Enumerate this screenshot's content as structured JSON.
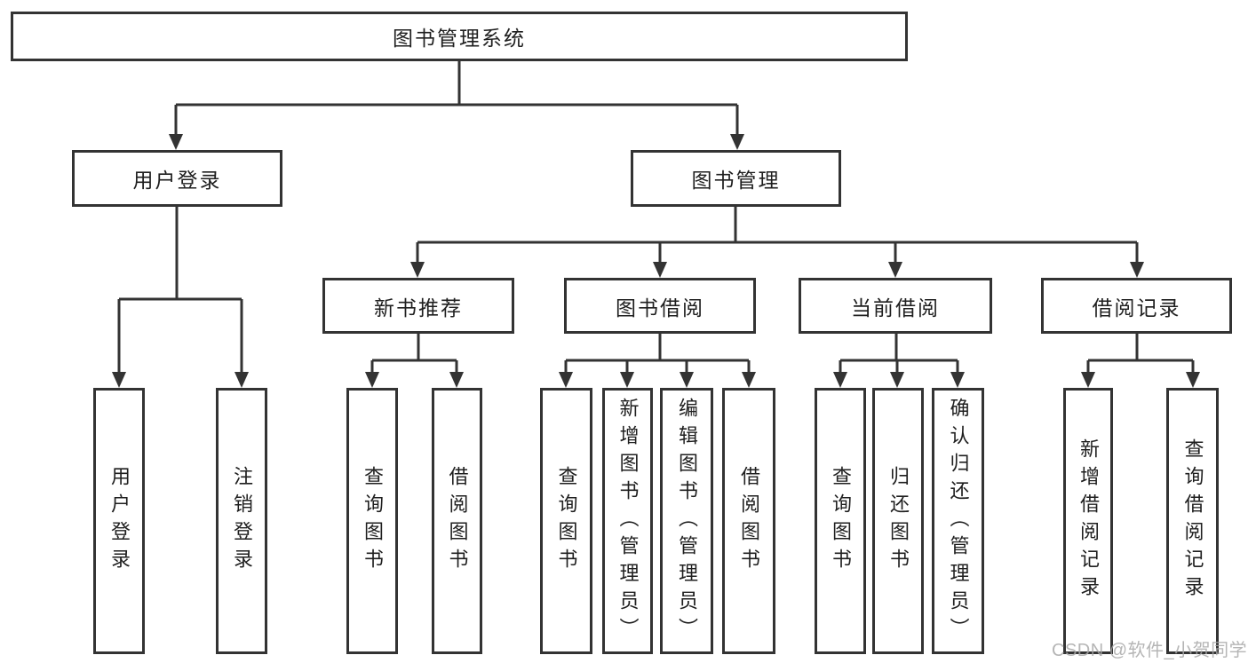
{
  "tree": {
    "label": "图书管理系统",
    "children": [
      {
        "label": "用户登录",
        "children": [
          {
            "label": "用户登录"
          },
          {
            "label": "注销登录"
          }
        ]
      },
      {
        "label": "图书管理",
        "children": [
          {
            "label": "新书推荐",
            "children": [
              {
                "label": "查询图书"
              },
              {
                "label": "借阅图书"
              }
            ]
          },
          {
            "label": "图书借阅",
            "children": [
              {
                "label": "查询图书"
              },
              {
                "label": "新增图书（管理员）"
              },
              {
                "label": "编辑图书（管理员）"
              },
              {
                "label": "借阅图书"
              }
            ]
          },
          {
            "label": "当前借阅",
            "children": [
              {
                "label": "查询图书"
              },
              {
                "label": "归还图书"
              },
              {
                "label": "确认归还（管理员）"
              }
            ]
          },
          {
            "label": "借阅记录",
            "children": [
              {
                "label": "新增借阅记录"
              },
              {
                "label": "查询借阅记录"
              }
            ]
          }
        ]
      }
    ]
  },
  "watermark": {
    "text": "CSDN @软件_小贺同学"
  },
  "colors": {
    "line": "#333333",
    "box_border": "#333333",
    "text": "#1f1f1f",
    "watermark": "#a8a8a8",
    "background": "#ffffff"
  }
}
